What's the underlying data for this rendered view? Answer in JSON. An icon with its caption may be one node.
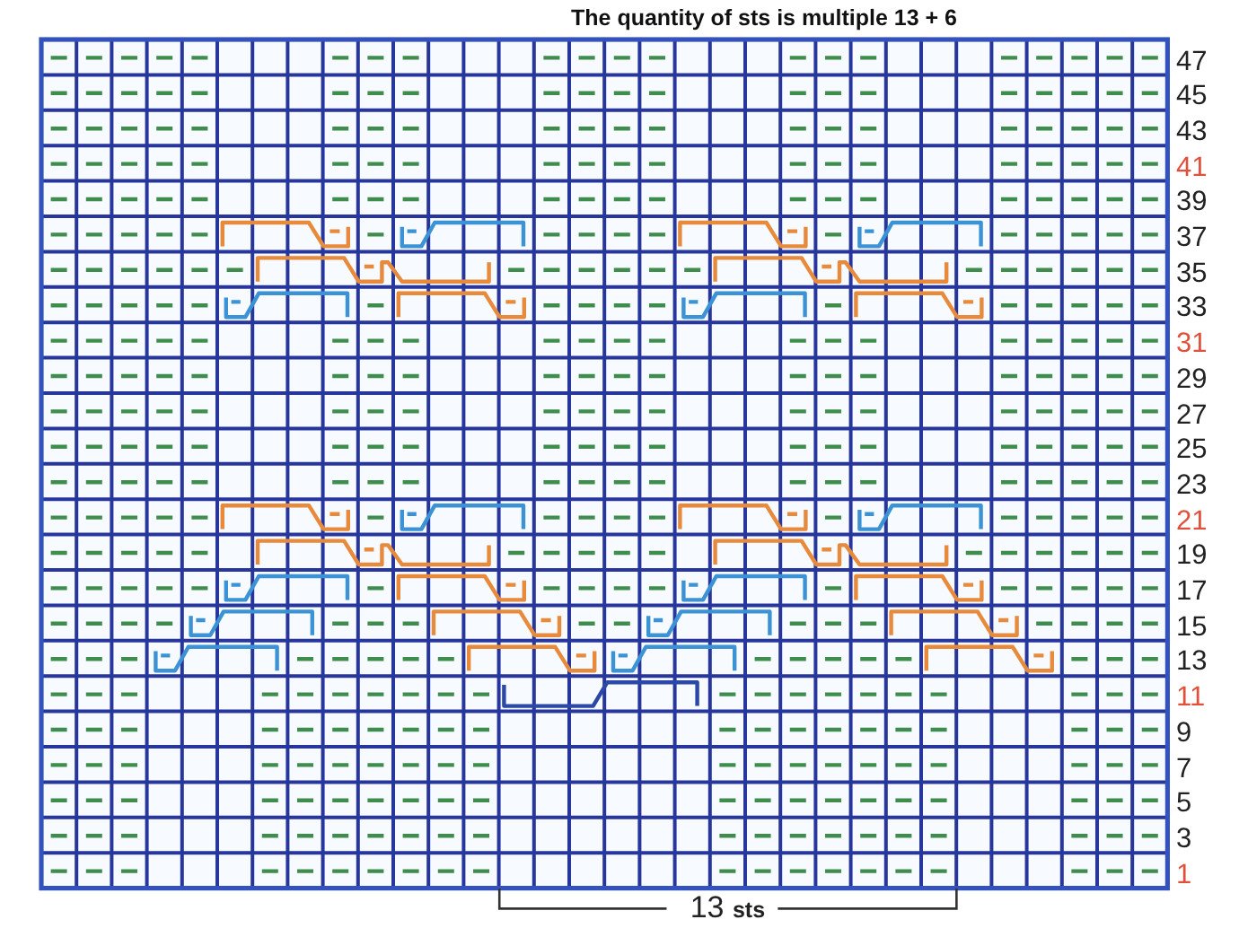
{
  "diagram": {
    "title": "The quantity of sts is multiple 13 + 6",
    "labels": [
      "47",
      "45",
      "43",
      "41",
      "39",
      "37",
      "35",
      "33",
      "31",
      "29",
      "27",
      "25",
      "23",
      "21",
      "19",
      "17",
      "15",
      "13",
      "11",
      "9",
      "7",
      "5",
      "3",
      "1",
      "13 **sts**"
    ]
  }
}
